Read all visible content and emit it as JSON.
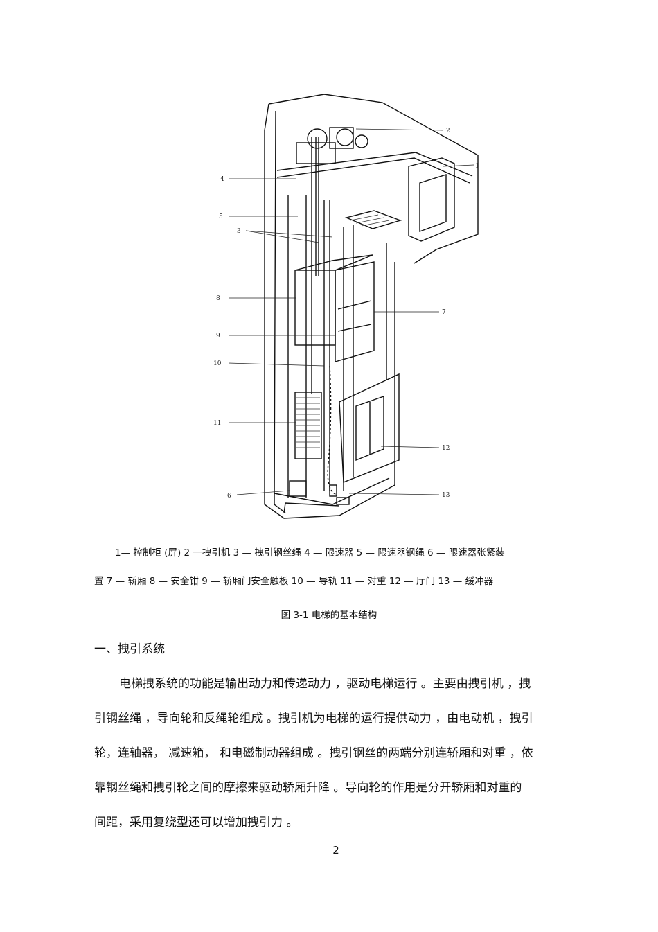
{
  "figure": {
    "callouts": [
      "1",
      "2",
      "3",
      "4",
      "5",
      "6",
      "7",
      "8",
      "9",
      "10",
      "11",
      "12",
      "13"
    ]
  },
  "legend": {
    "line1": "1— 控制柜 (屏) 2  一拽引机   3 — 拽引钢丝绳    4 — 限速器   5 — 限速器钢绳    6 — 限速器张紧装",
    "line2": "置  7 — 轿厢   8 — 安全钳   9 — 轿厢门安全触板    10 — 导轨   11 — 对重   12 — 厅门  13 — 缓冲器"
  },
  "caption": "图 3-1  电梯的基本结构",
  "section_heading": "一、拽引系统",
  "paragraph": {
    "lines": [
      "电梯拽系统的功能是输出动力和传递动力      ，驱动电梯运行  。主要由拽引机 ，拽",
      "引钢丝绳 ，导向轮和反绳轮组成  。拽引机为电梯的运行提供动力    ，由电动机 ，拽引",
      "轮，连轴器， 减速箱， 和电磁制动器组成  。拽引钢丝的两端分别连轿厢和对重     ，依",
      "靠钢丝绳和拽引轮之间的摩擦来驱动轿厢升降       。导向轮的作用是分开轿厢和对重的",
      "间距，采用复绕型还可以增加拽引力   。"
    ]
  },
  "page_number": "2"
}
